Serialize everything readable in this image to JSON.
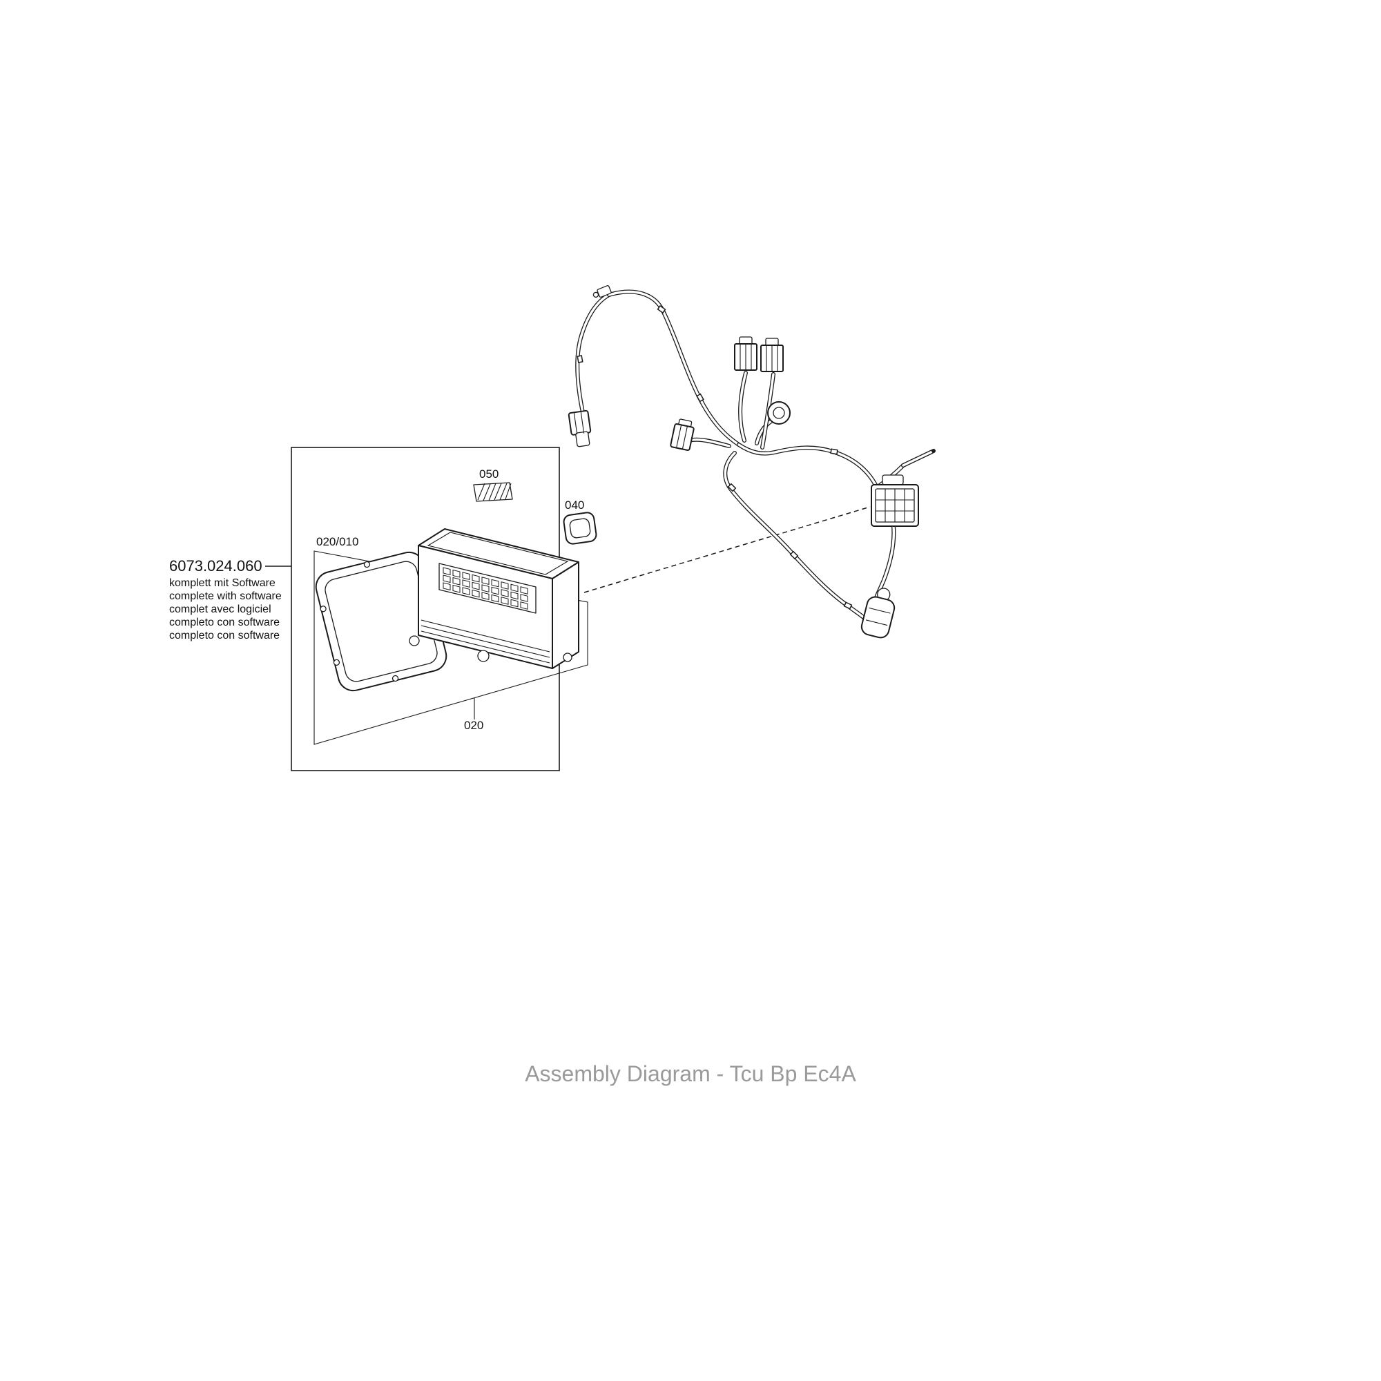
{
  "diagram": {
    "caption": "Assembly Diagram - Tcu Bp Ec4A",
    "part_number": "6073.024.060",
    "part_description": [
      "komplett mit Software",
      "complete with software",
      "complet avec logiciel",
      "completo con software",
      "completo con software"
    ],
    "callouts": {
      "c050": "050",
      "c040": "040",
      "c020_010": "020/010",
      "c020": "020"
    },
    "colors": {
      "line": "#1a1a1a",
      "caption": "#9a9a9a",
      "background": "#ffffff"
    }
  }
}
